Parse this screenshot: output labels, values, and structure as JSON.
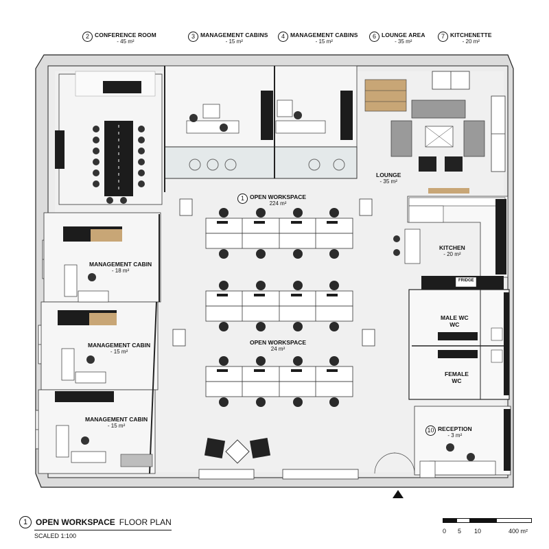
{
  "callouts": [
    {
      "num": "2",
      "name": "CONFERENCE ROOM",
      "area": "- 45 m²"
    },
    {
      "num": "3",
      "name": "MANAGEMENT CABINS",
      "area": "- 15 m²"
    },
    {
      "num": "4",
      "name": "MANAGEMENT CABINS",
      "area": "- 15 m²"
    },
    {
      "num": "6",
      "name": "LOUNGE AREA",
      "area": "- 35 m²"
    },
    {
      "num": "7",
      "name": "KITCHENETTE",
      "area": "- 20 m²"
    }
  ],
  "rooms": {
    "open_workspace_top": {
      "num": "1",
      "name": "OPEN WORKSPACE",
      "area": "224 m²"
    },
    "lounge": {
      "name": "LOUNGE",
      "area": "- 35 m²"
    },
    "kitchen": {
      "name": "KITCHEN",
      "area": "- 20 m²"
    },
    "fridge": {
      "name": "FRIDGE"
    },
    "mgmt_cabin_1": {
      "name": "MANAGEMENT CABIN",
      "area": "- 18 m²"
    },
    "mgmt_cabin_2": {
      "name": "MANAGEMENT CABIN",
      "area": "- 15 m²"
    },
    "mgmt_cabin_3": {
      "name": "MANAGEMENT CABIN",
      "area": "- 15 m²"
    },
    "open_workspace_mid": {
      "name": "OPEN WORKSPACE",
      "area": "24 m²"
    },
    "male_wc": {
      "name": "MALE WC",
      "sub": "WC"
    },
    "female_wc": {
      "name": "FEMALE",
      "sub": "WC"
    },
    "reception": {
      "num": "10",
      "name": "RECEPTION",
      "area": "- 3 m²"
    }
  },
  "title": {
    "num": "1",
    "main": "OPEN WORKSPACE",
    "sub": "FLOOR PLAN",
    "scale": "SCALED  1:100"
  },
  "scale_bar": {
    "labels": [
      "0",
      "5",
      "10",
      "400 m²"
    ]
  },
  "colors": {
    "wall": "#222222",
    "floor": "#eeeeee",
    "furniture_dark": "#1c1c1c",
    "wood": "#c8a676",
    "glass": "#cfd6d8"
  }
}
